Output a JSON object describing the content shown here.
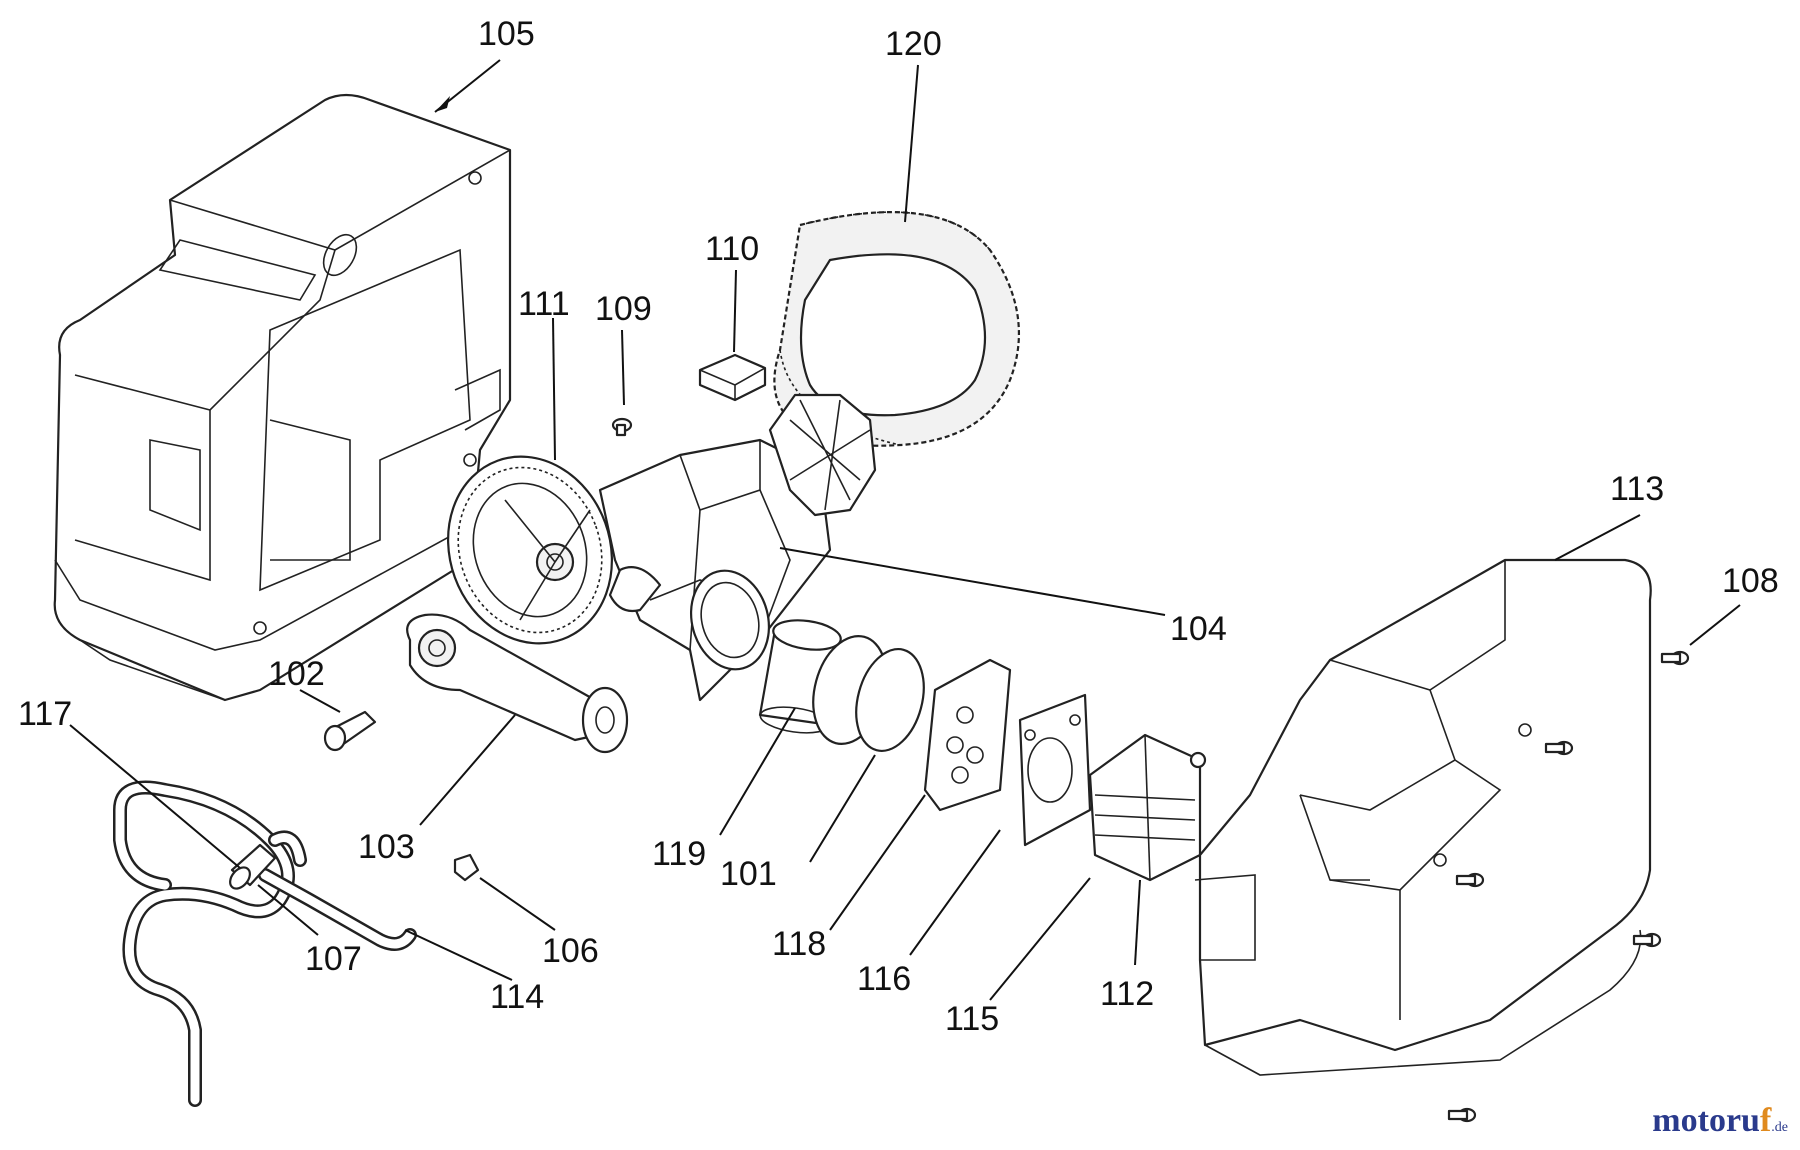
{
  "diagram": {
    "callouts": [
      {
        "id": "105",
        "label": "105"
      },
      {
        "id": "120",
        "label": "120"
      },
      {
        "id": "110",
        "label": "110"
      },
      {
        "id": "111",
        "label": "111"
      },
      {
        "id": "109",
        "label": "109"
      },
      {
        "id": "113",
        "label": "113"
      },
      {
        "id": "108",
        "label": "108"
      },
      {
        "id": "104",
        "label": "104"
      },
      {
        "id": "102",
        "label": "102"
      },
      {
        "id": "117",
        "label": "117"
      },
      {
        "id": "103",
        "label": "103"
      },
      {
        "id": "119",
        "label": "119"
      },
      {
        "id": "101",
        "label": "101"
      },
      {
        "id": "107",
        "label": "107"
      },
      {
        "id": "106",
        "label": "106"
      },
      {
        "id": "114",
        "label": "114"
      },
      {
        "id": "118",
        "label": "118"
      },
      {
        "id": "116",
        "label": "116"
      },
      {
        "id": "115",
        "label": "115"
      },
      {
        "id": "112",
        "label": "112"
      }
    ]
  },
  "watermark": {
    "brand_main": "motoru",
    "brand_accent": "f",
    "brand_tld": ".de"
  }
}
